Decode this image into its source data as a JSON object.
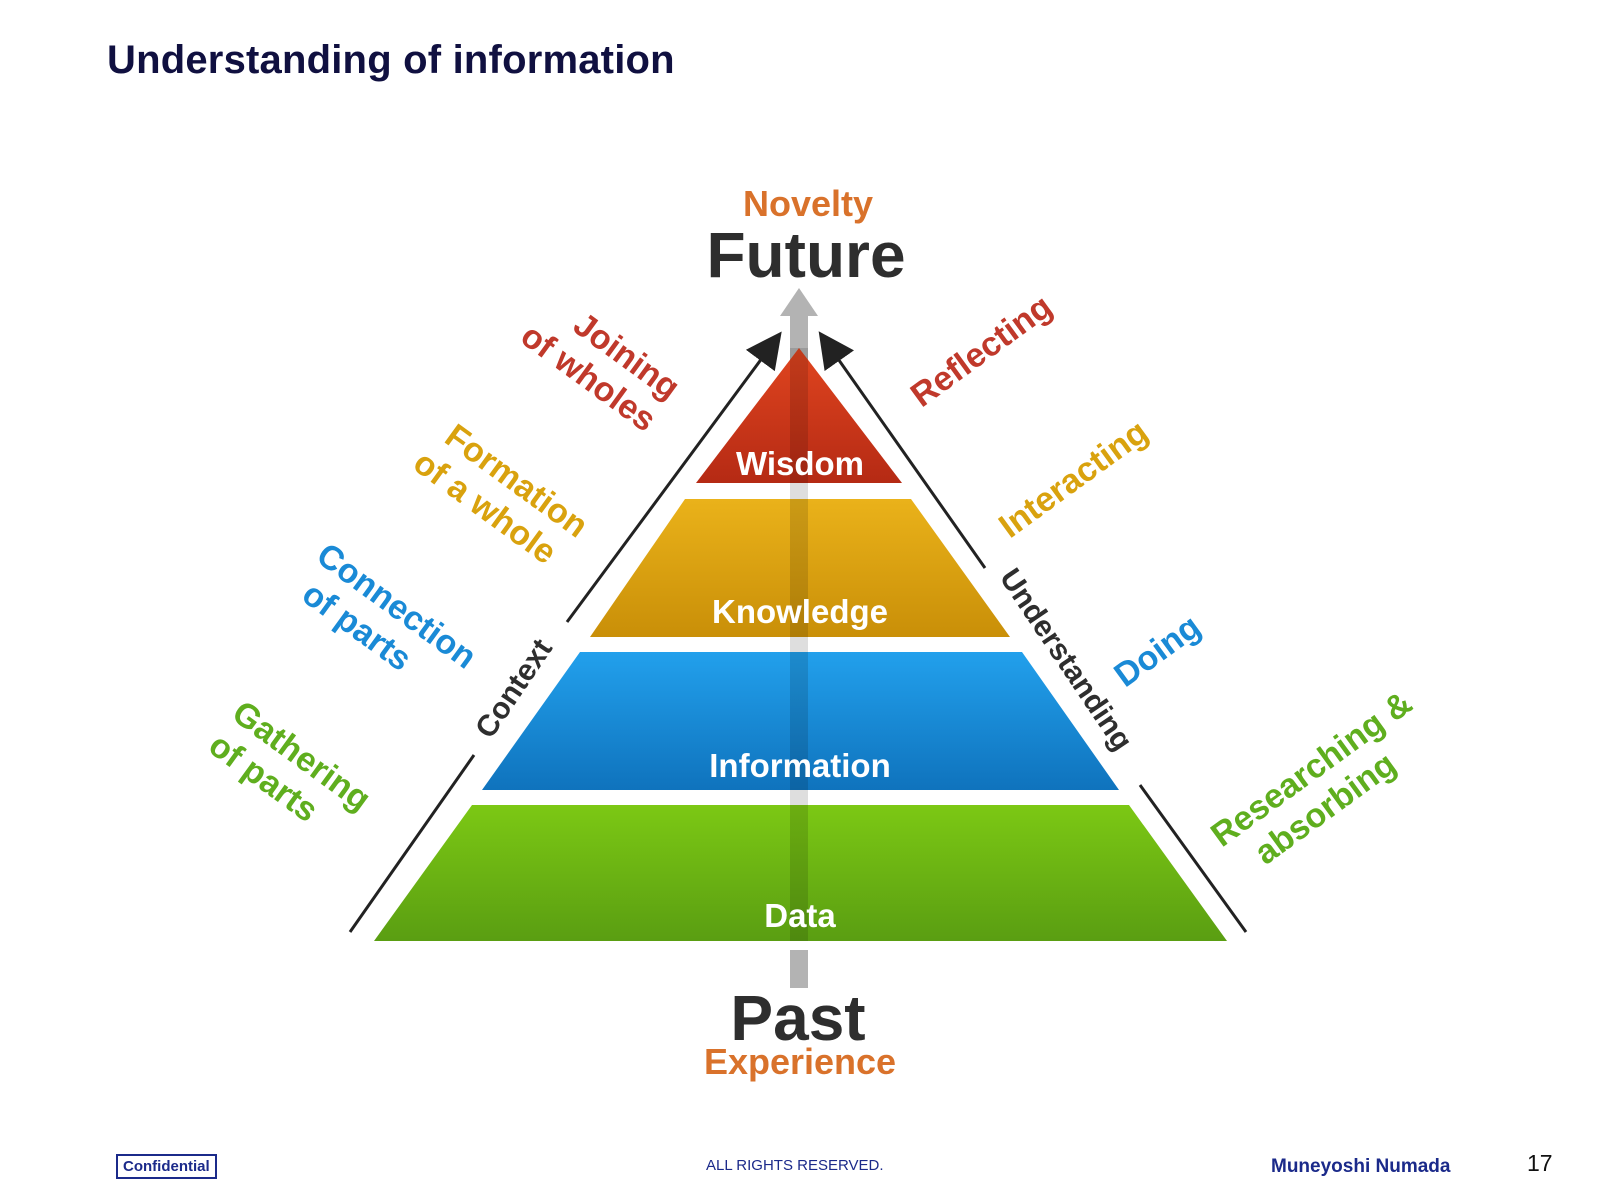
{
  "slide": {
    "title": "Understanding of information"
  },
  "pyramid": {
    "layers": [
      {
        "name": "Wisdom",
        "color": "#c8361b"
      },
      {
        "name": "Knowledge",
        "color": "#d9a20e"
      },
      {
        "name": "Information",
        "color": "#1a8ad6"
      },
      {
        "name": "Data",
        "color": "#6fba12"
      }
    ],
    "top_label_small": "Novelty",
    "top_label_big": "Future",
    "bottom_label_big": "Past",
    "bottom_label_small": "Experience",
    "left_axis_label": "Context",
    "right_axis_label": "Understanding"
  },
  "left_phrases": [
    {
      "line1": "Joining",
      "line2": "of wholes",
      "color": "#c0392b"
    },
    {
      "line1": "Formation",
      "line2": "of a whole",
      "color": "#d9a20e"
    },
    {
      "line1": "Connection",
      "line2": "of parts",
      "color": "#1a8ad6"
    },
    {
      "line1": "Gathering",
      "line2": "of parts",
      "color": "#5fae1e"
    }
  ],
  "right_phrases": [
    {
      "line1": "Reflecting",
      "line2": "",
      "color": "#c0392b"
    },
    {
      "line1": "Interacting",
      "line2": "",
      "color": "#d9a20e"
    },
    {
      "line1": "Doing",
      "line2": "",
      "color": "#1a8ad6"
    },
    {
      "line1": "Researching &",
      "line2": "absorbing",
      "color": "#5fae1e"
    }
  ],
  "footer": {
    "confidential": "Confidential",
    "rights": "ALL RIGHTS RESERVED.",
    "author": "Muneyoshi Numada",
    "page": "17"
  }
}
